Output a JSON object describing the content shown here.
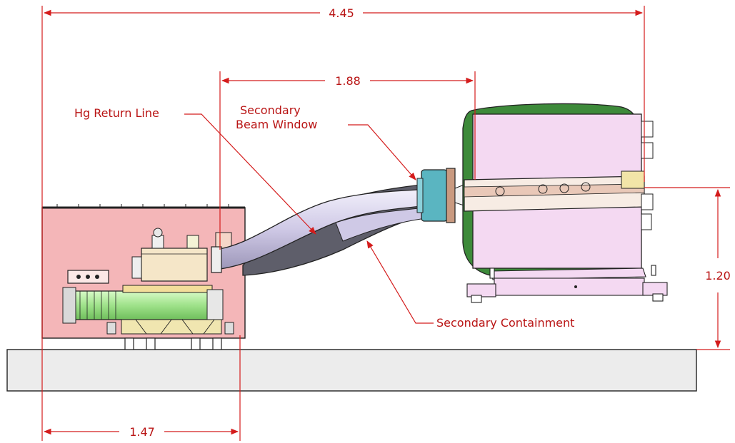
{
  "dimensions": {
    "overall_length": "4.45",
    "window_offset": "1.88",
    "module_length": "1.47",
    "beam_height": "1.20"
  },
  "labels": {
    "hg_return_line": "Hg Return Line",
    "secondary_beam_window_1": "Secondary",
    "secondary_beam_window_2": "Beam Window",
    "secondary_containment": "Secondary Containment"
  },
  "colors": {
    "dimension_line": "#d41c1c",
    "dimension_text": "#b91414",
    "enclosure_fill": "#f4b6b8",
    "magnet_fill": "#f4d9f2",
    "magnet_shell": "#3d8a3a",
    "pump_fill": "#b7f0a4",
    "tank_fill": "#f5e6c8",
    "pipe_fill": "#d8d4ec",
    "containment_fill": "#5e5e6a",
    "window_fill": "#5ab5c1",
    "base_fill": "#ececec"
  }
}
